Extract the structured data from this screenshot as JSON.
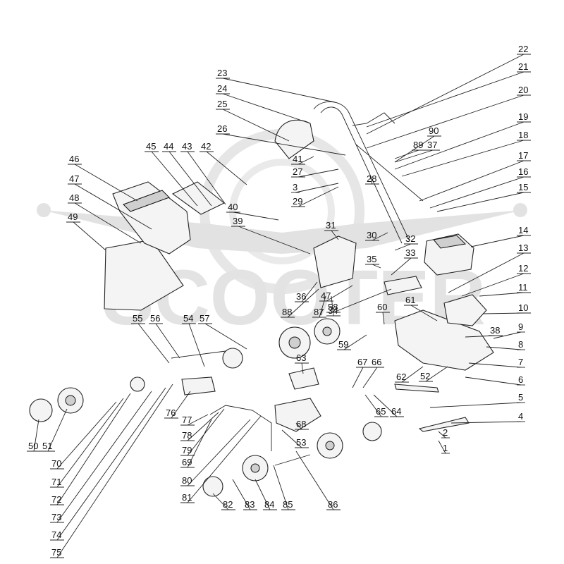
{
  "diagram": {
    "watermark_text": "SCOOTER",
    "parts": [
      "1",
      "2",
      "4",
      "5",
      "6",
      "7",
      "8",
      "9",
      "10",
      "11",
      "12",
      "13",
      "14",
      "15",
      "16",
      "17",
      "18",
      "19",
      "20",
      "21",
      "22",
      "23",
      "24",
      "25",
      "26",
      "27",
      "28",
      "29",
      "3",
      "30",
      "31",
      "32",
      "33",
      "34",
      "35",
      "36",
      "37",
      "38",
      "39",
      "40",
      "41",
      "42",
      "43",
      "44",
      "45",
      "46",
      "47",
      "47",
      "48",
      "49",
      "50",
      "51",
      "52",
      "53",
      "54",
      "55",
      "56",
      "57",
      "58",
      "59",
      "60",
      "61",
      "62",
      "63",
      "64",
      "65",
      "66",
      "67",
      "68",
      "69",
      "70",
      "71",
      "72",
      "73",
      "74",
      "75",
      "76",
      "77",
      "78",
      "79",
      "80",
      "81",
      "82",
      "83",
      "84",
      "85",
      "86",
      "87",
      "88",
      "89",
      "90"
    ]
  }
}
